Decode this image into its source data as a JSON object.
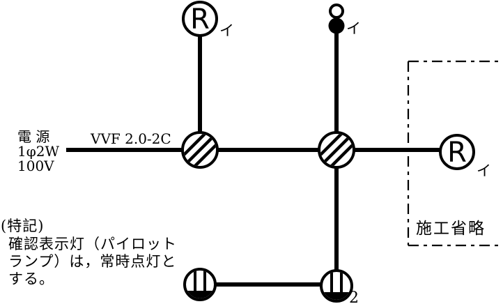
{
  "diagram": {
    "power_source": {
      "line1": "電 源",
      "line2": "1φ2W",
      "line3": "100V"
    },
    "cable_label": "VVF 2.0-2C",
    "lamp_top": {
      "label": "R",
      "subscript": "イ"
    },
    "ceiling_fixture": {
      "subscript": "イ"
    },
    "lamp_right": {
      "label": "R",
      "subscript": "イ"
    },
    "outlet_right": {
      "count_subscript": "2"
    },
    "omission_area": {
      "label": "施工省略"
    },
    "note": {
      "title": "(特記)",
      "line1": "確認表示灯（パイロット",
      "line2": "ランプ）は，常時点灯と",
      "line3": "する。"
    },
    "colors": {
      "line": "#000000",
      "background": "#ffffff"
    }
  }
}
